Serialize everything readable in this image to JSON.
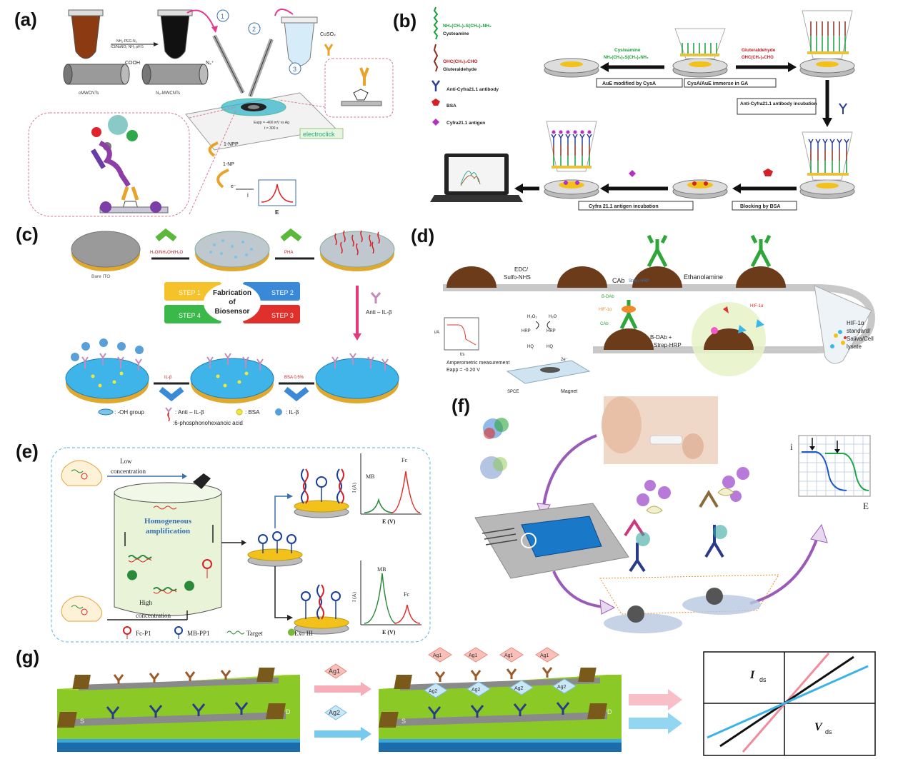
{
  "labels": {
    "a": "(a)",
    "b": "(b)",
    "c": "(c)",
    "d": "(d)",
    "e": "(e)",
    "f": "(f)",
    "g": "(g)"
  },
  "panel_a": {
    "tube1_reagent": "NH₂-PEG-N₃",
    "tube1_sub": "ICl/NaNO₂ NH₂ pH 5",
    "label_cmwcnts": "cMWCNTs",
    "label_n3": "N₃-MWCNTs",
    "cooh": "COOH",
    "n3": "N₃⁺",
    "cuso4": "CuSO₄",
    "step1": "1",
    "step2": "2",
    "step3": "3",
    "eapp": "Eapp = -400 mV vs Ag",
    "time": "t = 300 s",
    "electroclick": "electroclick",
    "npp": "1-NPP",
    "np": "1-NP",
    "electron": "e⁻",
    "i": "i",
    "E": "E"
  },
  "panel_b": {
    "cysteamine_formula": "NH₂(CH₂)₂S(CH₂)₂NH₂",
    "cysteamine": "Cysteamine",
    "glut_formula": "OHC(CH₂)₃CHO",
    "glut": "Gluteraldehyde",
    "legend_antibody": "Anti-Cyfra21.1 antibody",
    "legend_bsa": "BSA",
    "legend_antigen": "Cyfra21.1 antigen",
    "arrow_cys_label": "Cysteamine",
    "arrow_cys_formula": "NH₂(CH₂)₂S(CH₂)₂NH₂",
    "arrow_ga_label": "Gluteraldehyde",
    "arrow_ga_formula": "OHC(CH₂)₃CHO",
    "box_aue": "AuE modified by CysA",
    "box_cysa": "CysA/AuE immerse in GA",
    "box_incubation": "Anti-Cyfra21.1 antibody incubation",
    "box_antigen": "Cyfra 21.1 antigen incubation",
    "box_blocking": "Blocking by BSA"
  },
  "panel_c": {
    "bare_ito": "Bare ITO",
    "reagent1": "H₂O/NH₄OH/H₂O",
    "reagent2": "PHA",
    "step1": "STEP 1",
    "step2": "STEP 2",
    "step3": "STEP 3",
    "step4": "STEP 4",
    "center_line1": "Fabrication",
    "center_line2": "of",
    "center_line3": "Biosensor",
    "anti_il": "Anti – IL-β",
    "il_b": "IL-β",
    "bsa": "BSA 0.5%",
    "legend_oh": ": -OH group",
    "legend_anti": ": Anti – IL-β",
    "legend_bsa": ": BSA",
    "legend_il": ": IL-β",
    "legend_pha": ":6-phosphonohexanoic acid"
  },
  "panel_d": {
    "edc": "EDC/",
    "sulfo": "Sulfo-NHS",
    "cab": "CAb",
    "ethanolamine": "Ethanolamine",
    "hif_line1": "HIF-1α",
    "hif_line2": "standard/",
    "hif_line3": "Saliva/Cell",
    "hif_line4": "lysate",
    "strep": "Strep-HRP",
    "bdab": "B-DAb",
    "hif": "HIF-1α",
    "cab2": "CAb",
    "bdab_plus": "B-DAb +",
    "strep2": "Strep-HRP",
    "h2o2": "H₂O₂",
    "h2o": "H₂O",
    "hrp_red": "HRP",
    "hrp_ox": "HRP",
    "hq_ox": "HQ",
    "hq_red": "HQ",
    "electrons": "2e⁻",
    "amp_line1": "Amperometric measurement",
    "amp_line2": "Eapp = -0.20 V",
    "spce": "SPCE",
    "magnet": "Magnet",
    "ia": "i/A",
    "ts": "t/s"
  },
  "panel_e": {
    "low": "Low",
    "low2": "concentration",
    "high": "High",
    "high2": "concentration",
    "homog1": "Homogeneous",
    "homog2": "amplification",
    "mb": "MB",
    "fc": "Fc",
    "yaxis": "I (A)",
    "xaxis": "E (V)",
    "legend_fc": "Fc-P1",
    "legend_mb": "MB-PP1",
    "legend_target": "Target",
    "legend_exo": "Exo III"
  },
  "panel_f": {
    "i": "i",
    "E": "E"
  },
  "panel_g": {
    "ag1": "Ag1",
    "ag2": "Ag2",
    "s": "S",
    "d": "D",
    "ids": "I",
    "ids_sub": "ds",
    "vds": "V",
    "vds_sub": "ds"
  },
  "colors": {
    "green_plate": "#8ac926",
    "dark_blue_base": "#1b6ca8",
    "pink": "#f28b9b",
    "cyan": "#3bb4e5",
    "gold": "#e9b92e"
  }
}
